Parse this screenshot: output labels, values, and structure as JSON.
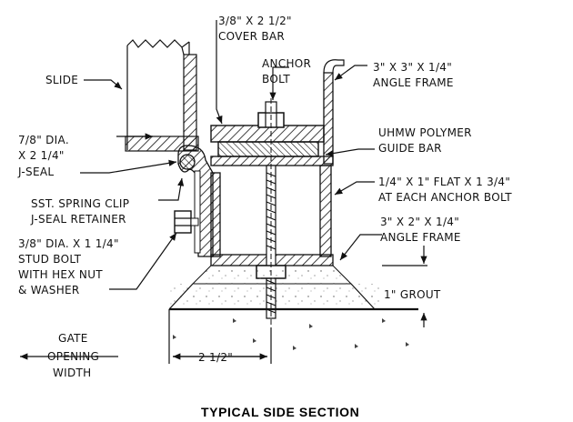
{
  "labels": {
    "cover_bar": [
      "3/8\" X 2 1/2\"",
      "COVER BAR"
    ],
    "anchor_bolt": [
      "ANCHOR",
      "BOLT"
    ],
    "slide": "SLIDE",
    "angle_frame_top": [
      "3\" X 3\" X 1/4\"",
      "ANGLE FRAME"
    ],
    "guide_bar": [
      "UHMW POLYMER",
      "GUIDE BAR"
    ],
    "dia": [
      "7/8\" DIA.",
      "X 2 1/4\""
    ],
    "j_seal": "J-SEAL",
    "flat_bar": [
      "1/4\" X 1\" FLAT X 1 3/4\"",
      "AT EACH ANCHOR BOLT"
    ],
    "spring_clip": [
      "SST. SPRING CLIP",
      "J-SEAL RETAINER"
    ],
    "angle_frame_bottom": [
      "3\" X 2\" X 1/4\"",
      "ANGLE FRAME"
    ],
    "stud_bolt": [
      "3/8\" DIA. X 1 1/4\"",
      "STUD BOLT",
      "WITH HEX NUT",
      "& WASHER"
    ],
    "grout": "1\" GROUT",
    "gate_opening": [
      "GATE",
      "OPENING",
      "WIDTH"
    ],
    "dimension": "2 1/2\""
  },
  "title": "TYPICAL SIDE SECTION"
}
